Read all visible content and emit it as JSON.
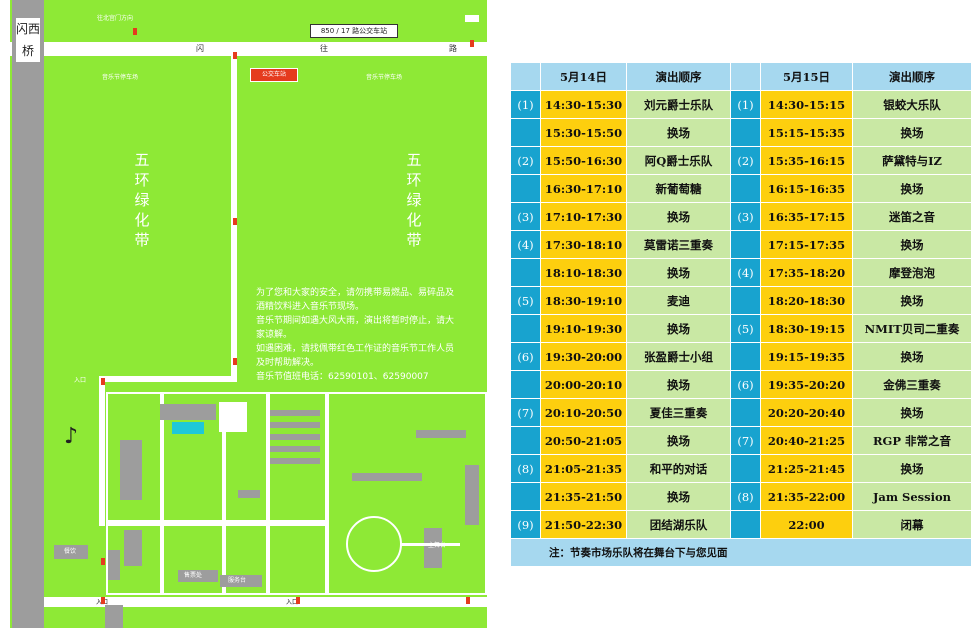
{
  "map": {
    "road_top_label_left": "闪",
    "road_top_label_mid": "往",
    "road_top_label_right": "路",
    "left_road": "闪西桥",
    "bus_stop_sign": "850 / 17 路公交车站",
    "red_sign": "公交车站",
    "green_belt_left": "五环绿化带",
    "green_belt_right": "五环绿化带",
    "notice": [
      "为了您和大家的安全，请勿携带易燃品、易碎品及酒精饮料进入音乐节现场。",
      "音乐节期间如遇大风大雨，演出将暂时停止，请大家谅解。",
      "如遇困难，请找佩带红色工作证的音乐节工作人员及时帮助解决。",
      "音乐节值班电话：62590101、62590007"
    ],
    "tiny_labels": {
      "t1": "往北宫门方向",
      "t2": "音乐节停车场",
      "t3": "音乐节停车场",
      "t4": "入口",
      "t5": "入口",
      "t6": "入口",
      "t7": "售票处",
      "t8": "服务台",
      "t9": "餐饮",
      "t10": "主舞台"
    }
  },
  "table": {
    "headers": [
      "5月14日",
      "演出顺序",
      "5月15日",
      "演出顺序"
    ],
    "rows": [
      {
        "n1": "(1)",
        "t1": "14:30-15:30",
        "a1": "刘元爵士乐队",
        "n2": "(1)",
        "t2": "14:30-15:15",
        "a2": "银蛟大乐队"
      },
      {
        "n1": "",
        "t1": "15:30-15:50",
        "a1": "换场",
        "n2": "",
        "t2": "15:15-15:35",
        "a2": "换场"
      },
      {
        "n1": "(2)",
        "t1": "15:50-16:30",
        "a1": "阿Q爵士乐队",
        "n2": "(2)",
        "t2": "15:35-16:15",
        "a2": "萨黛特与IZ"
      },
      {
        "n1": "",
        "t1": "16:30-17:10",
        "a1": "新葡萄糖",
        "n2": "",
        "t2": "16:15-16:35",
        "a2": "换场"
      },
      {
        "n1": "(3)",
        "t1": "17:10-17:30",
        "a1": "换场",
        "n2": "(3)",
        "t2": "16:35-17:15",
        "a2": "迷笛之音"
      },
      {
        "n1": "(4)",
        "t1": "17:30-18:10",
        "a1": "莫雷诺三重奏",
        "n2": "",
        "t2": "17:15-17:35",
        "a2": "换场"
      },
      {
        "n1": "",
        "t1": "18:10-18:30",
        "a1": "换场",
        "n2": "(4)",
        "t2": "17:35-18:20",
        "a2": "摩登泡泡"
      },
      {
        "n1": "(5)",
        "t1": "18:30-19:10",
        "a1": "麦迪",
        "n2": "",
        "t2": "18:20-18:30",
        "a2": "换场"
      },
      {
        "n1": "",
        "t1": "19:10-19:30",
        "a1": "换场",
        "n2": "(5)",
        "t2": "18:30-19:15",
        "a2": "NMIT贝司二重奏"
      },
      {
        "n1": "(6)",
        "t1": "19:30-20:00",
        "a1": "张盈爵士小组",
        "n2": "",
        "t2": "19:15-19:35",
        "a2": "换场"
      },
      {
        "n1": "",
        "t1": "20:00-20:10",
        "a1": "换场",
        "n2": "(6)",
        "t2": "19:35-20:20",
        "a2": "金佛三重奏"
      },
      {
        "n1": "(7)",
        "t1": "20:10-20:50",
        "a1": "夏佳三重奏",
        "n2": "",
        "t2": "20:20-20:40",
        "a2": "换场"
      },
      {
        "n1": "",
        "t1": "20:50-21:05",
        "a1": "换场",
        "n2": "(7)",
        "t2": "20:40-21:25",
        "a2": "RGP 非常之音"
      },
      {
        "n1": "(8)",
        "t1": "21:05-21:35",
        "a1": "和平的对话",
        "n2": "",
        "t2": "21:25-21:45",
        "a2": "换场"
      },
      {
        "n1": "",
        "t1": "21:35-21:50",
        "a1": "换场",
        "n2": "(8)",
        "t2": "21:35-22:00",
        "a2": "Jam Session"
      },
      {
        "n1": "(9)",
        "t1": "21:50-22:30",
        "a1": "团结湖乐队",
        "n2": "",
        "t2": "22:00",
        "a2": "闭幕"
      }
    ],
    "footnote": "注：节奏市场乐队将在舞台下与您见面"
  },
  "colors": {
    "map_green": "#8ee936",
    "cell_blue": "#18a3cf",
    "cell_yellow": "#fdcf0e",
    "cell_green": "#c9e8a4",
    "header_blue": "#a6d8ef"
  }
}
